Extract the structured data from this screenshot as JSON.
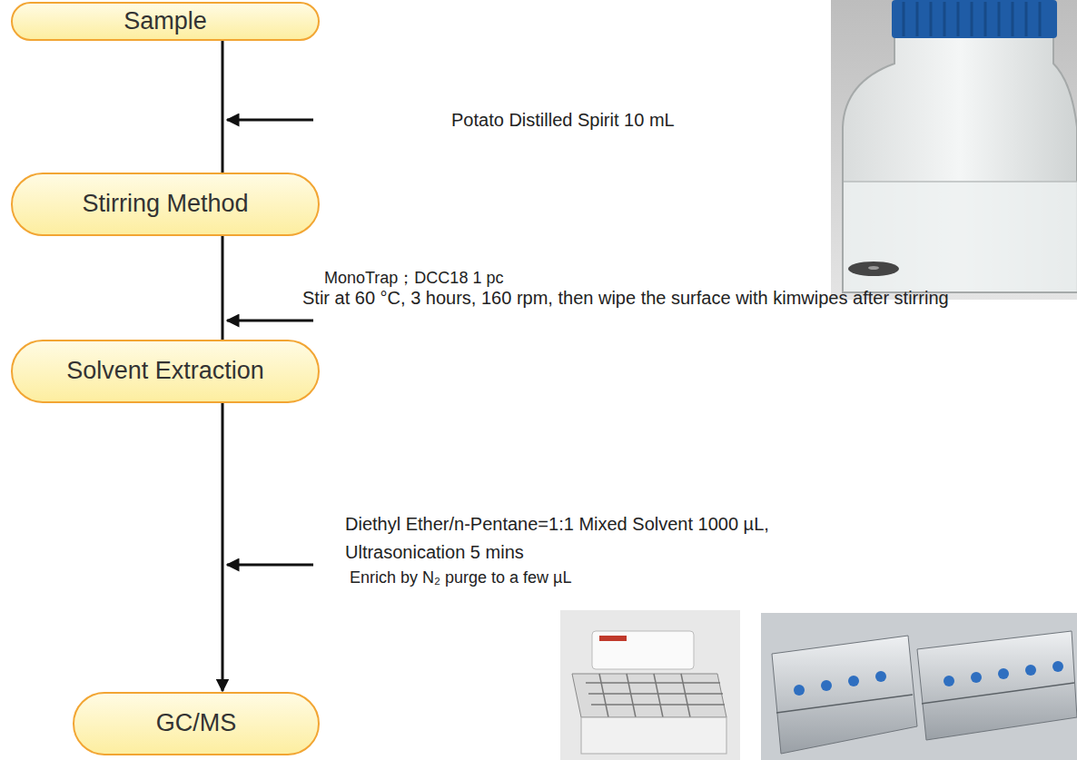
{
  "diagram": {
    "nodes": [
      {
        "text": [
          "Sample"
        ]
      },
      {
        "text": [
          "Stirring Method"
        ]
      },
      {
        "text": [
          "Solvent Extraction"
        ]
      },
      {
        "text": [
          "GC/MS"
        ]
      }
    ],
    "edges": [
      {
        "from": 0,
        "to": 1,
        "arrow": "none"
      },
      {
        "from": 1,
        "to": 2,
        "arrow": "none"
      },
      {
        "from": 2,
        "to": 3,
        "arrow": "to"
      }
    ],
    "labels": [
      "Potato Distilled Spirit 10 mL",
      "MonoTrap；DCC18 1 pc",
      "Stir at 60 °C, 3 hours, 160 rpm, then wipe the surface with kimwipes after stirring",
      "Diethyl Ether/n-Pentane=1:1 Mixed Solvent 1000 µL,",
      "Ultrasonication 5 mins",
      "Enrich by N₂ purge to a few µL"
    ]
  }
}
